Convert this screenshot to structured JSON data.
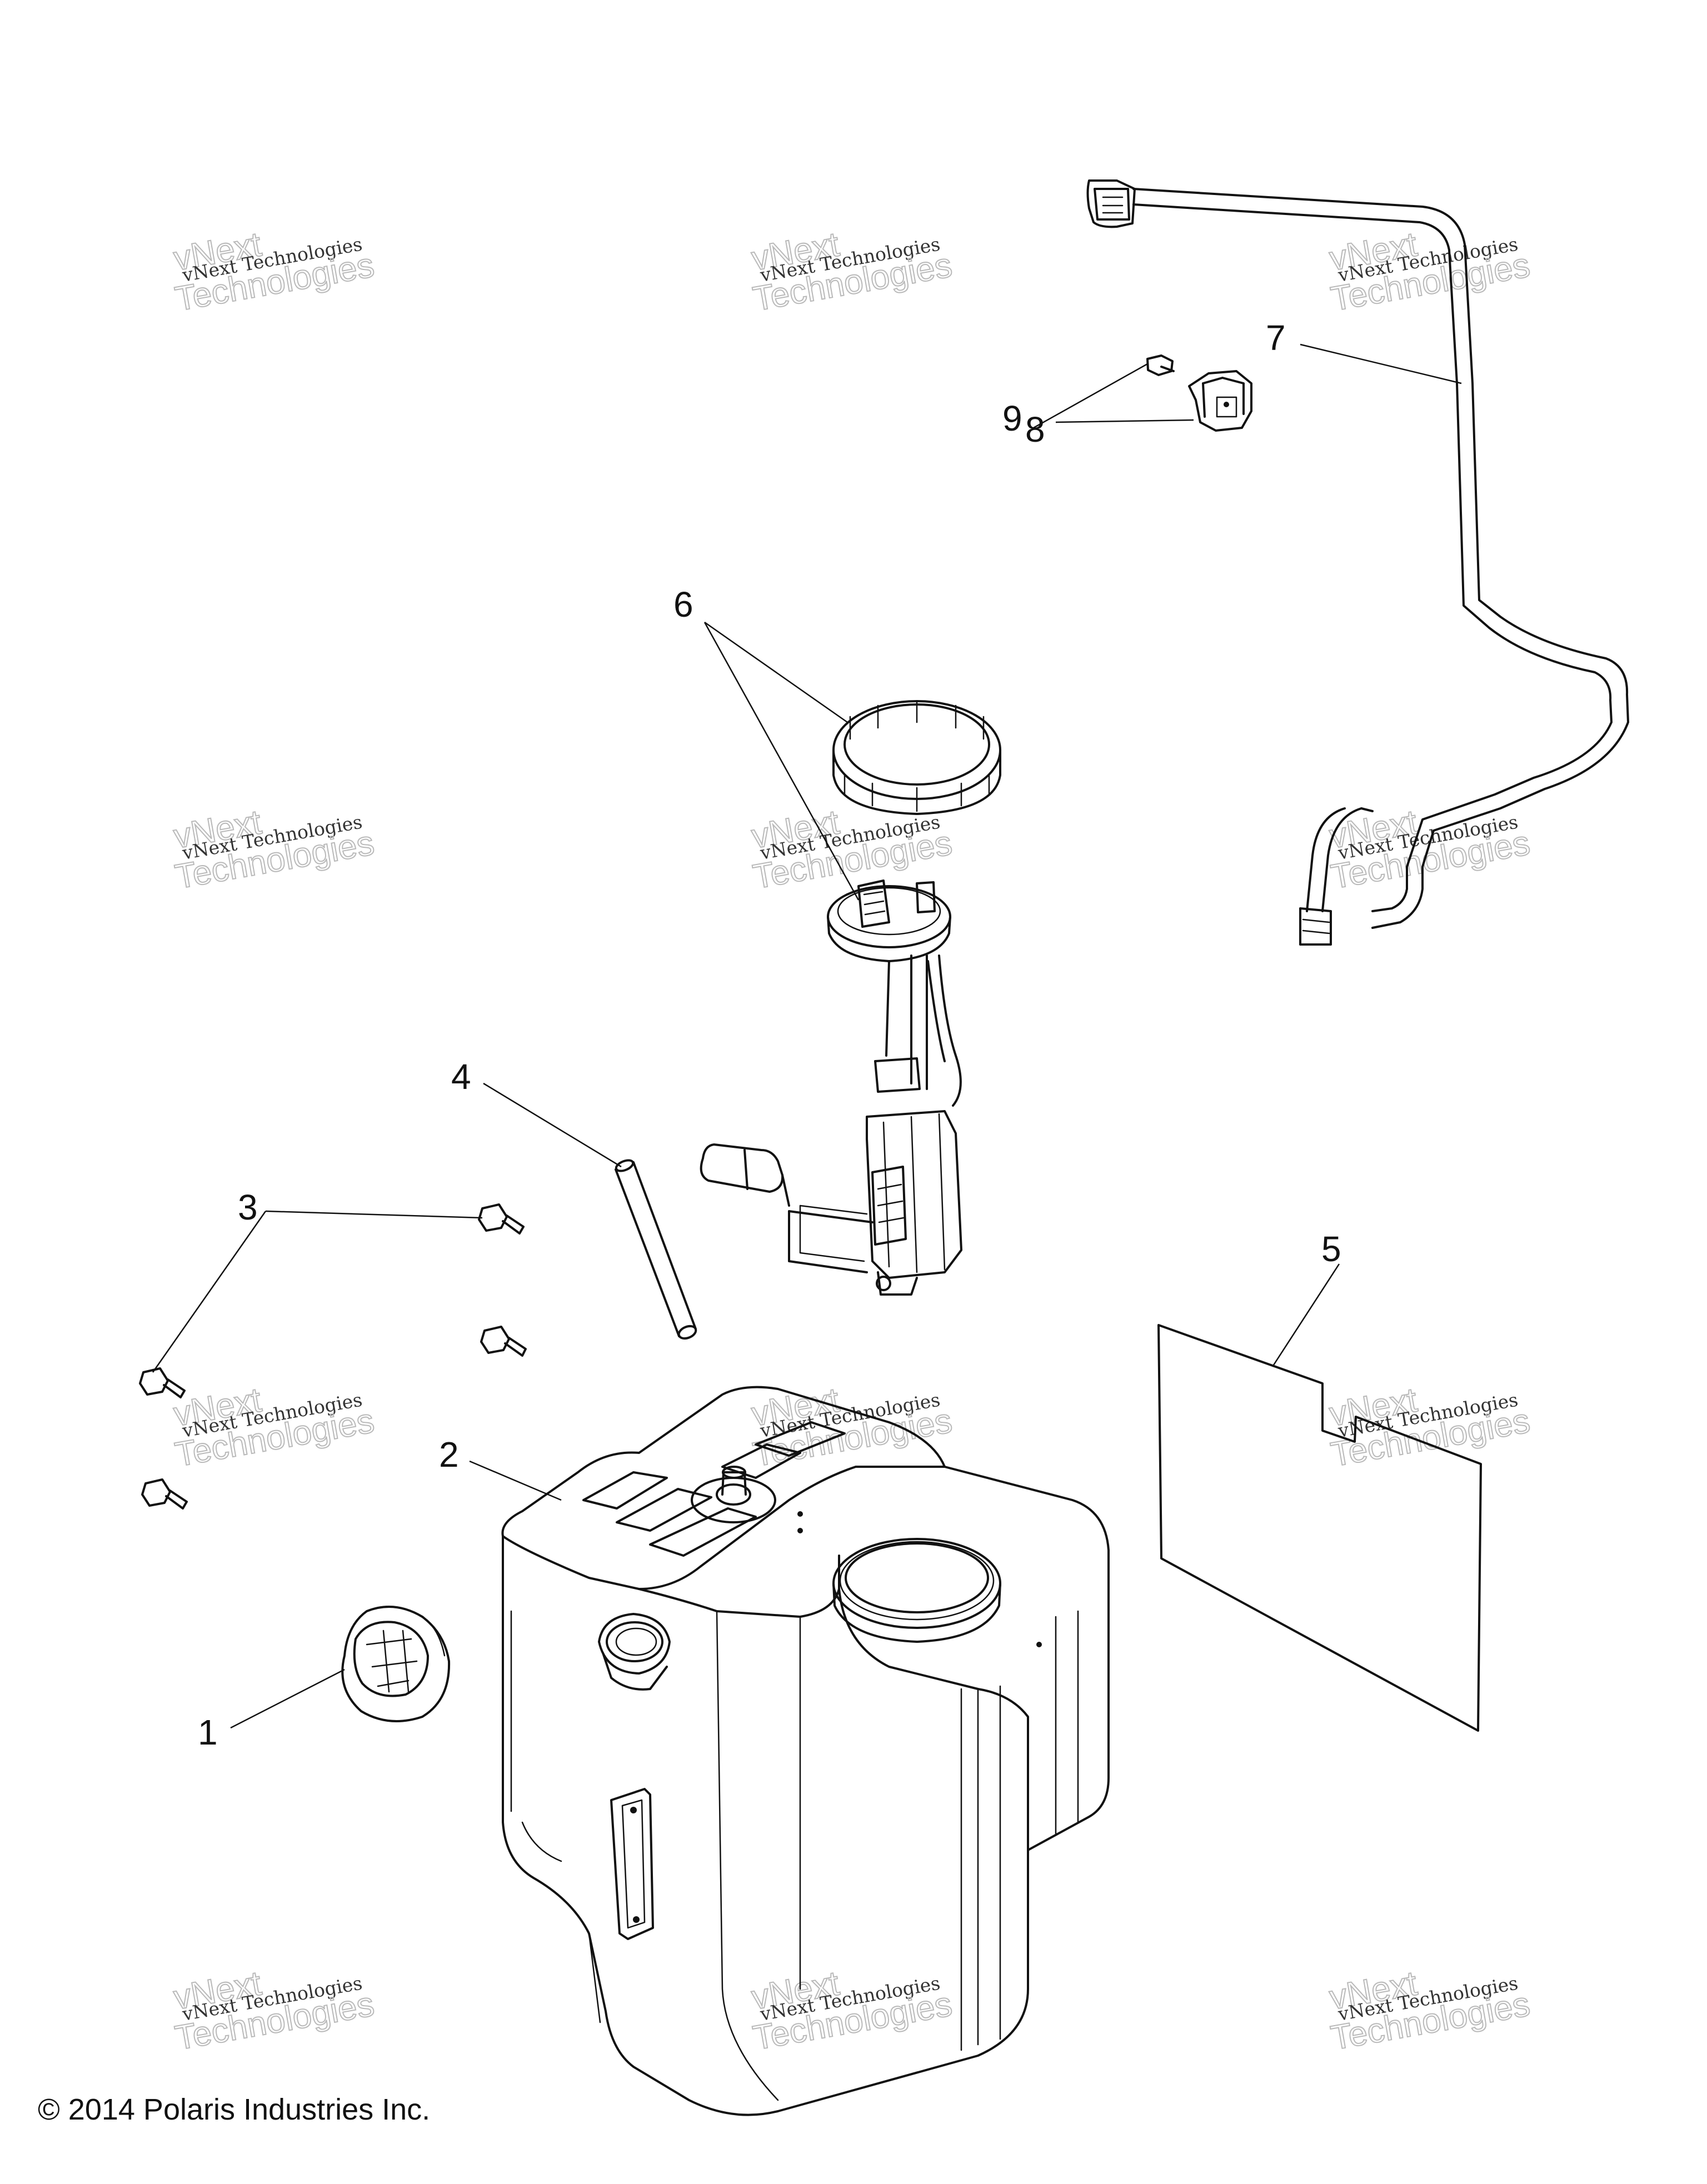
{
  "callouts": [
    "1",
    "2",
    "3",
    "4",
    "5",
    "6",
    "7",
    "8",
    "9"
  ],
  "watermark": {
    "line1": "vNext Technologies",
    "line2": "vNext",
    "line3": "Technologies"
  },
  "copyright": "© 2014 Polaris Industries Inc."
}
